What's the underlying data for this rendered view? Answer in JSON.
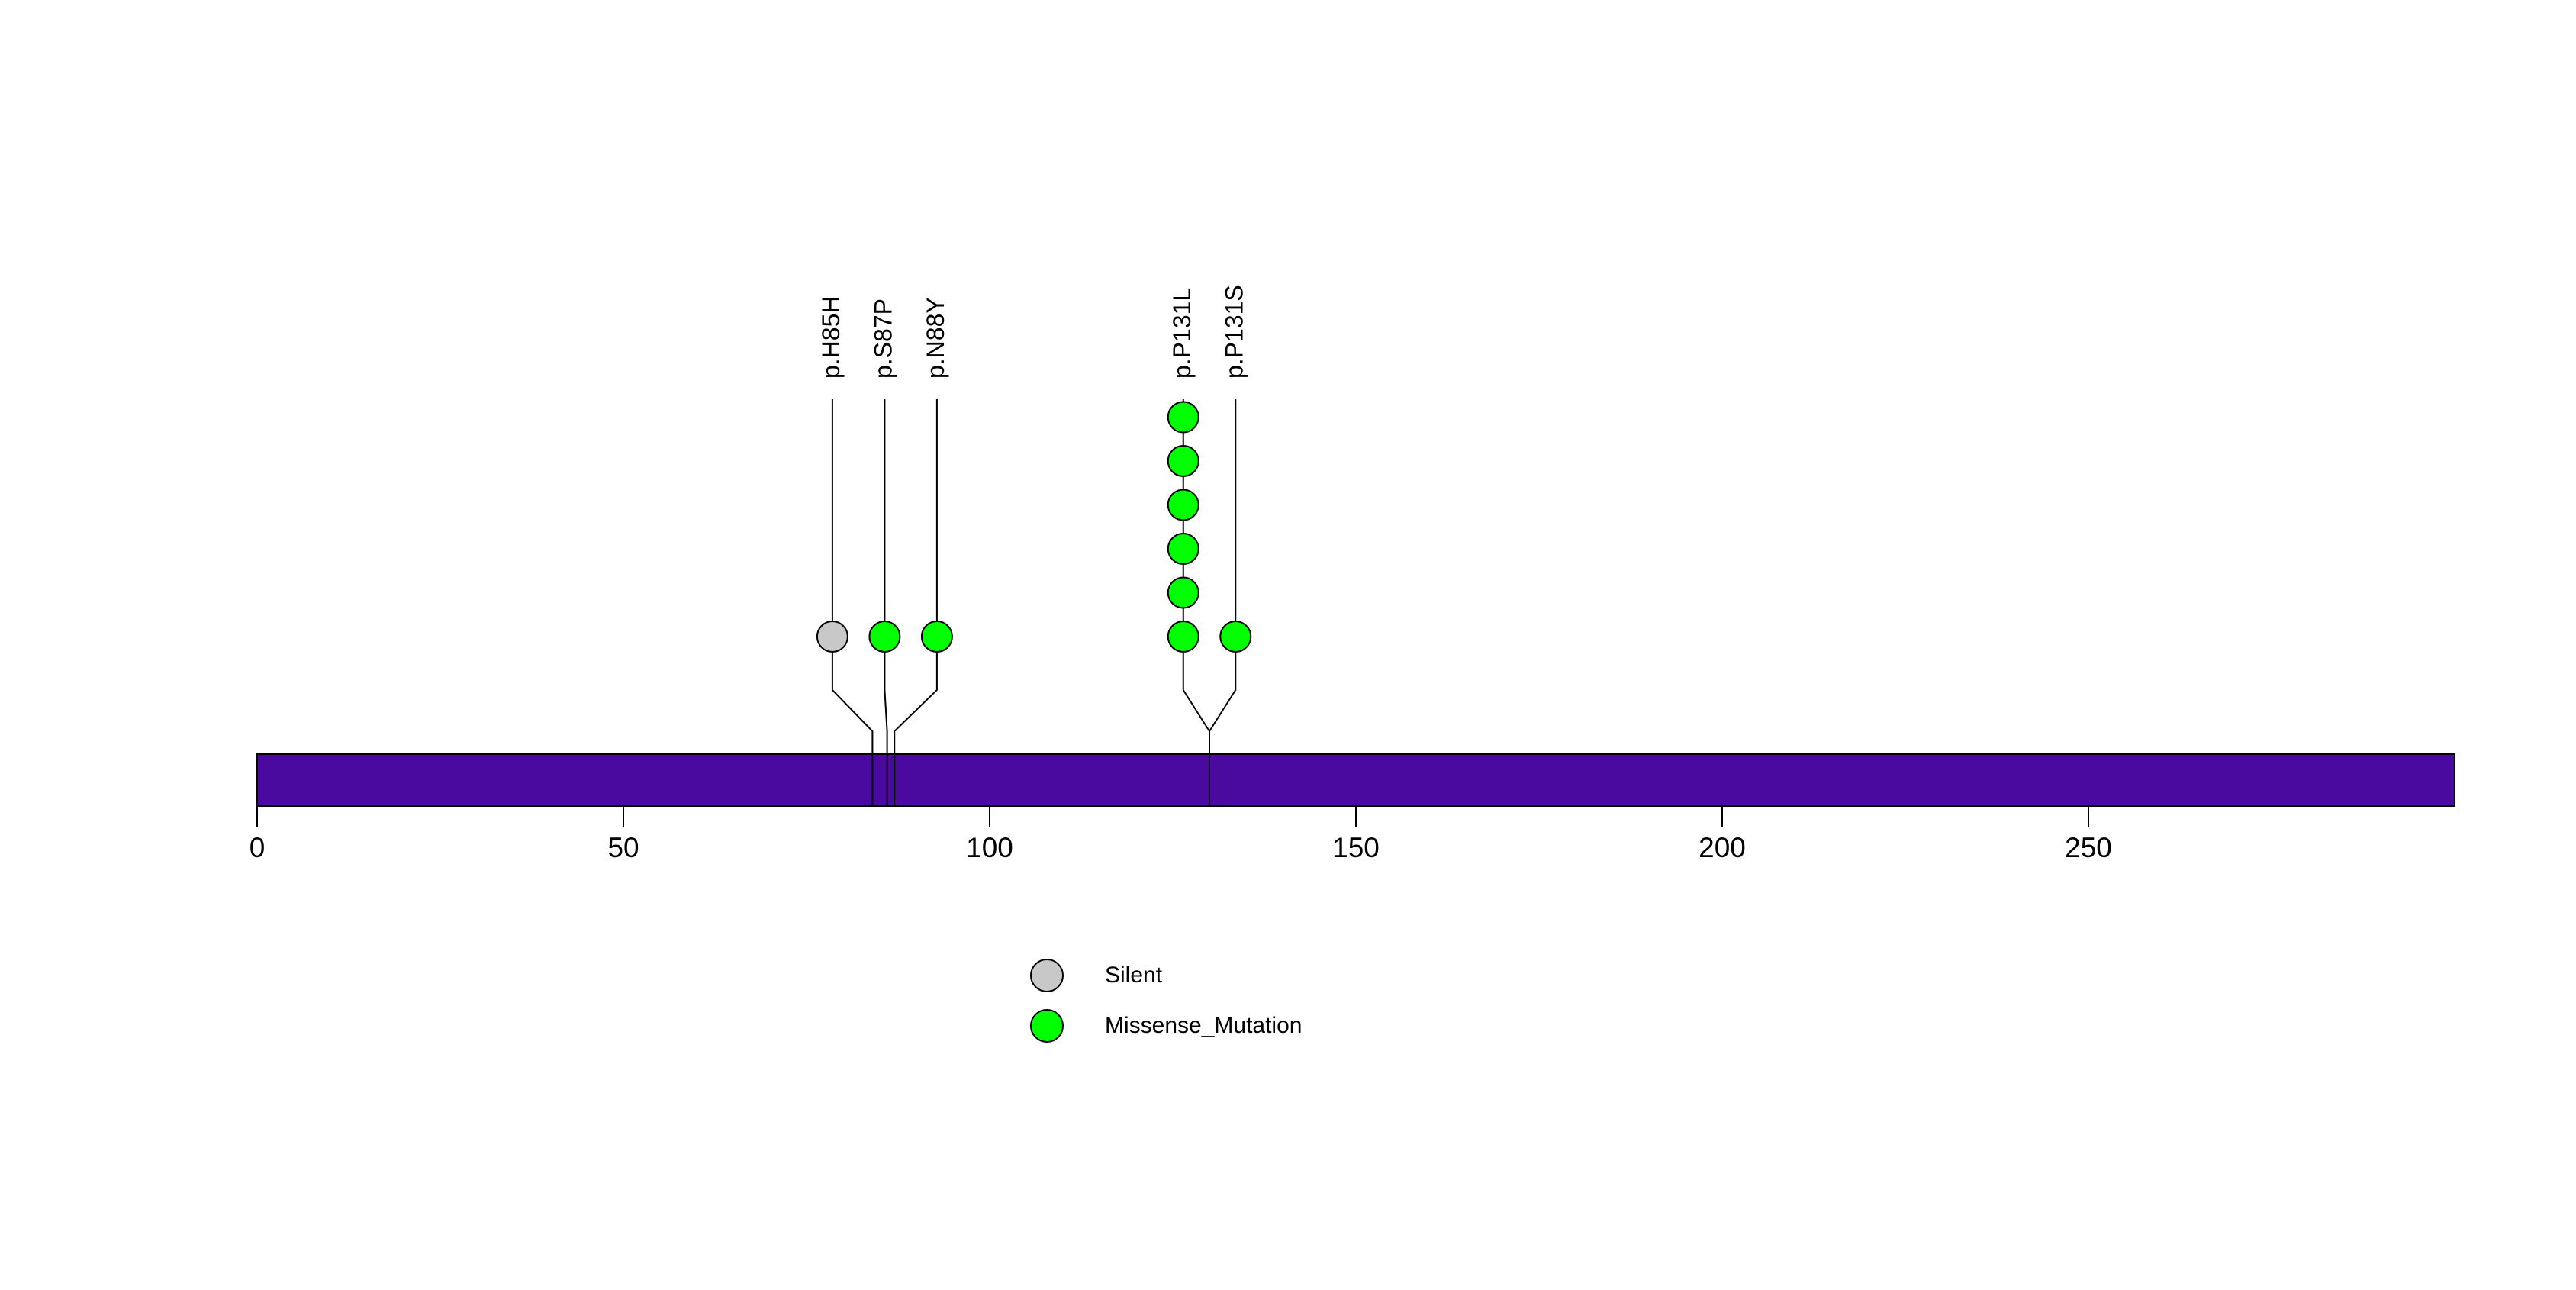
{
  "chart_data": {
    "type": "lollipop",
    "description": "Protein lollipop mutation plot",
    "axis": {
      "ticks": [
        0,
        50,
        100,
        150,
        200,
        250
      ],
      "xlim": [
        0,
        300
      ],
      "grid": false
    },
    "protein_length": 300,
    "mutations": [
      {
        "label": "p.H85H",
        "position": 85,
        "count": 1,
        "class": "Silent"
      },
      {
        "label": "p.S87P",
        "position": 87,
        "count": 1,
        "class": "Missense_Mutation"
      },
      {
        "label": "p.N88Y",
        "position": 88,
        "count": 1,
        "class": "Missense_Mutation"
      },
      {
        "label": "p.P131L",
        "position": 131,
        "count": 6,
        "class": "Missense_Mutation"
      },
      {
        "label": "p.P131S",
        "position": 131,
        "count": 1,
        "class": "Missense_Mutation"
      }
    ],
    "class_colors": {
      "Silent": "#C8C8C8",
      "Missense_Mutation": "#00FF00"
    },
    "bar_color": "#4A0A9F",
    "line_color": "#000000",
    "legend": {
      "position": "bottom-center",
      "items": [
        {
          "label": "Silent",
          "color": "#C8C8C8"
        },
        {
          "label": "Missense_Mutation",
          "color": "#00FF00"
        }
      ]
    }
  }
}
